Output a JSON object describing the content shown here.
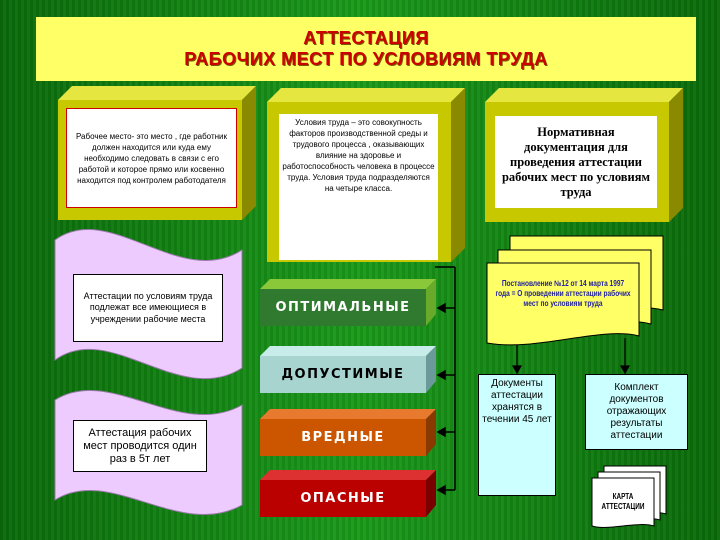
{
  "title": {
    "line1": "АТТЕСТАЦИЯ",
    "line2": "РАБОЧИХ  МЕСТ ПО УСЛОВИЯМ ТРУДА"
  },
  "workplace": {
    "text": "Рабочее место- это место , где работник должен находится или куда ему необходимо следовать в связи с его работой и которое прямо или косвенно находится под контролем работодателя"
  },
  "conditions": {
    "text": "Условия труда – это совокупность факторов производственной среды и трудового процесса , оказывающих влияние на здоровье и работоспособность человека в процессе труда. Условия труда подразделяются на четыре класса."
  },
  "normative": {
    "text": "Нормативная документация для проведения аттестации рабочих мест по условиям труда"
  },
  "subject": {
    "text": "Аттестации по условиям труда подлежат все имеющиеся в учреждении рабочие места"
  },
  "frequency": {
    "text": "Аттестация рабочих мест проводится один раз в 5т лет"
  },
  "classes": [
    {
      "label": "ОПТИМАЛЬНЫЕ",
      "color": "#2f7a2f",
      "side": "#6aaa2a",
      "top": "#8ac83a",
      "text_color": "#ffffff"
    },
    {
      "label": "ДОПУСТИМЫЕ",
      "color": "#a8d4d0",
      "side": "#6a9a9a",
      "top": "#c8ecea",
      "text_color": "#000000"
    },
    {
      "label": "ВРЕДНЫЕ",
      "color": "#cc5500",
      "side": "#8a3a00",
      "top": "#e87a30",
      "text_color": "#ffffff"
    },
    {
      "label": "ОПАСНЫЕ",
      "color": "#bb0000",
      "side": "#7a0000",
      "top": "#dd3030",
      "text_color": "#ffffff"
    }
  ],
  "decree": {
    "text": "Постановление №12 от 14 марта 1997 года = О проведении аттестации рабочих мест по условиям труда"
  },
  "storage": {
    "text": "Документы аттестации хранятся в течении 45 лет"
  },
  "kit": {
    "text": "Комплект документов отражающих результаты аттестации"
  },
  "card": {
    "text": "КАРТА АТТЕСТАЦИИ"
  },
  "colors": {
    "title_bg": "#ffff66",
    "title_text": "#cc0000",
    "box_face": "#c8c800",
    "box_side": "#8a8a00",
    "box_top": "#e6e640",
    "wave_fill": "#eecbff",
    "doc_fill": "#ffff66",
    "info_box": "#ccffff"
  }
}
